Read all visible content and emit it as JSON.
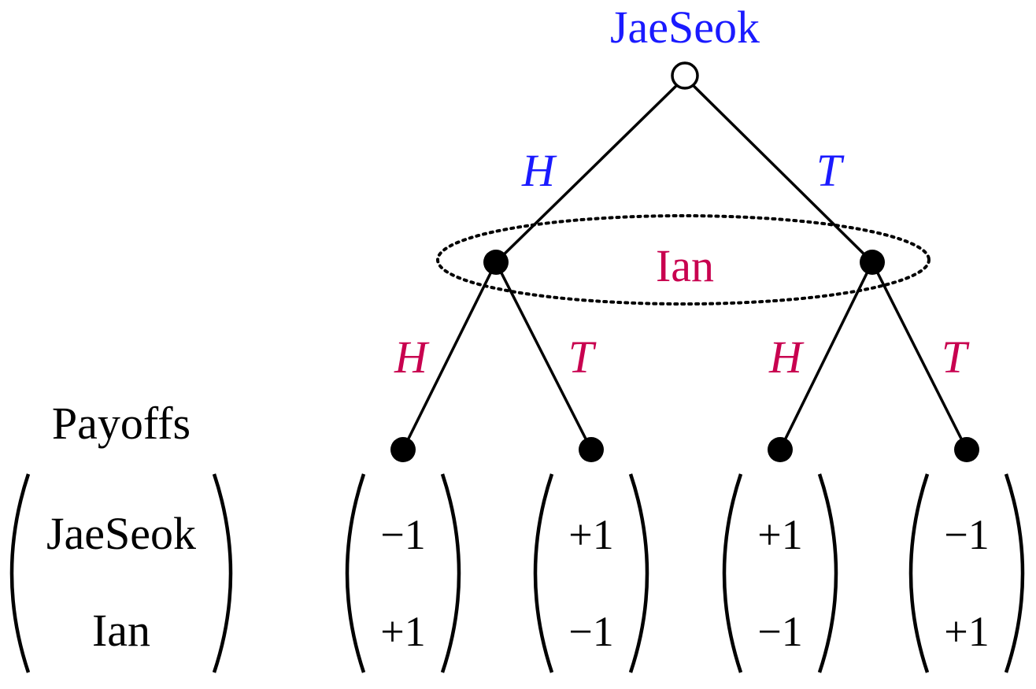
{
  "colors": {
    "player1": "#1a1aff",
    "player2": "#c8004f",
    "ink": "#000000"
  },
  "players": {
    "first": "JaeSeok",
    "second": "Ian"
  },
  "moves": {
    "p1_left": "H",
    "p1_right": "T",
    "p2_left_h": "H",
    "p2_left_t": "T",
    "p2_right_h": "H",
    "p2_right_t": "T"
  },
  "payoffs": {
    "heading": "Payoffs",
    "row_labels": [
      "JaeSeok",
      "Ian"
    ],
    "columns": [
      [
        "−1",
        "+1"
      ],
      [
        "+1",
        "−1"
      ],
      [
        "+1",
        "−1"
      ],
      [
        "−1",
        "+1"
      ]
    ]
  }
}
